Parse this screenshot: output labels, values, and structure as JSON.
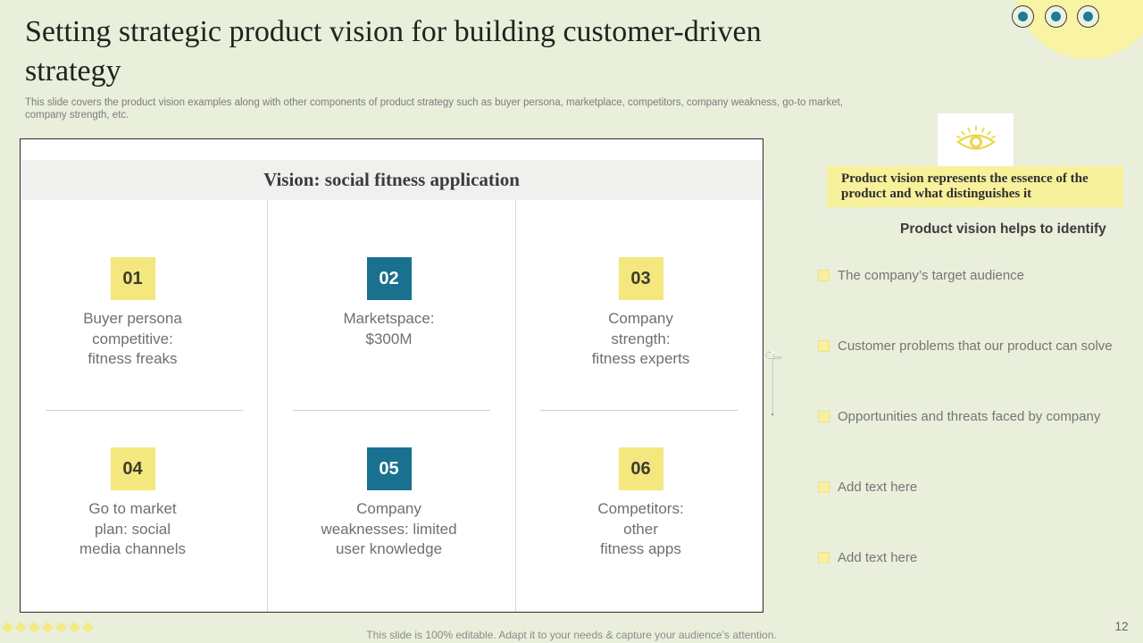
{
  "slide": {
    "title": "Setting strategic product vision for building customer-driven strategy",
    "subtitle": "This slide covers the product vision examples along with other components of product strategy such as buyer persona, marketplace, competitors, company weakness, go-to market, company strength, etc.",
    "footer_note": "This slide is 100% editable. Adapt it to your needs & capture your audience’s attention.",
    "page_number": "12"
  },
  "table": {
    "header": "Vision: social fitness application",
    "cells": [
      {
        "number": "01",
        "badge": "yellow",
        "text": "Buyer persona\ncompetitive:\nfitness freaks"
      },
      {
        "number": "02",
        "badge": "teal",
        "text": "Marketspace:\n$300M"
      },
      {
        "number": "03",
        "badge": "yellow",
        "text": "Company\nstrength:\nfitness experts"
      },
      {
        "number": "04",
        "badge": "yellow",
        "text": "Go to market\nplan: social\nmedia channels"
      },
      {
        "number": "05",
        "badge": "teal",
        "text": "Company\nweaknesses: limited\nuser knowledge"
      },
      {
        "number": "06",
        "badge": "yellow",
        "text": "Competitors:\nother\nfitness apps"
      }
    ]
  },
  "panel": {
    "highlight": "Product vision represents the essence of the product and what distinguishes it",
    "subheading": "Product vision helps to identify",
    "items": [
      {
        "label": "The company’s target audience"
      },
      {
        "label": "Customer problems that our product can solve"
      },
      {
        "label": "Opportunities and threats faced by company"
      },
      {
        "label": "Add text here"
      },
      {
        "label": "Add text here"
      }
    ]
  },
  "icons": {
    "eye": "eye-icon",
    "timeline_dot": "timeline-end-dot",
    "circle_dots": "target-dot-icon"
  },
  "colors": {
    "background": "#e9efdb",
    "accent_yellow": "#f3e77d",
    "accent_teal": "#19718f",
    "highlight_yellow": "#f8f19b",
    "pale_circle": "#f8f4a4",
    "dot_teal": "#1d7a99"
  }
}
